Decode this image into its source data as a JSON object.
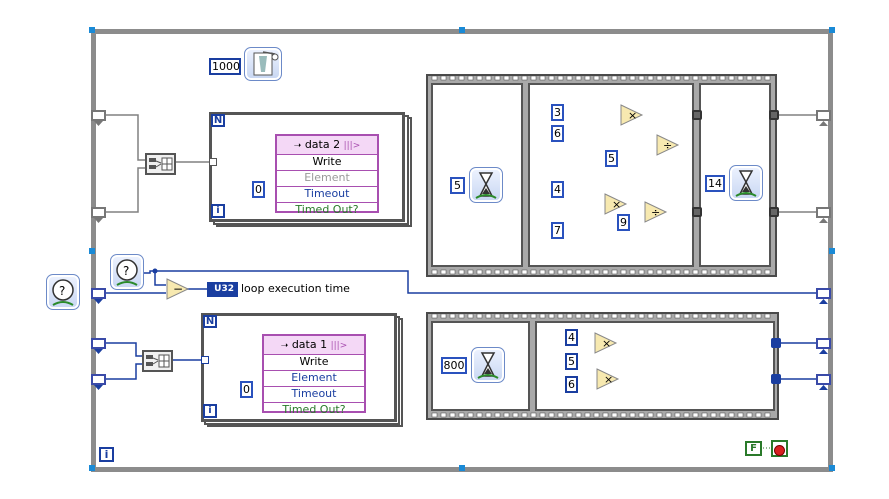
{
  "window": {
    "title": ""
  },
  "top_section": {
    "ms_constant": "1000",
    "queue_ops": {
      "name": "data 2",
      "mode": "Write",
      "input": "Element",
      "timeout": "Timeout",
      "output": "Timed Out?"
    },
    "timeout_constant": "0",
    "seq_frame1_wait": "5",
    "math_inputs": {
      "a": "3",
      "b": "6",
      "c": "5",
      "d": "4",
      "e": "7",
      "f": "9"
    },
    "seq_frame3_wait": "14"
  },
  "middle": {
    "indicator_type": "U32",
    "indicator_label": "loop execution time"
  },
  "bottom_section": {
    "queue_ops": {
      "name": "data 1",
      "mode": "Write",
      "input": "Element",
      "timeout": "Timeout",
      "output": "Timed Out?"
    },
    "timeout_constant": "0",
    "seq_frame1_wait": "800",
    "math_inputs": {
      "a": "4",
      "b": "5",
      "c": "6"
    }
  },
  "loop": {
    "iteration_label": "i",
    "for_loop_N": "N",
    "stop_constant": "F"
  },
  "colors": {
    "loop_border": "#8a8a8a",
    "wire_blue": "#1a3ea0",
    "wire_gray": "#808080",
    "queue": "#a84fb0",
    "accent_orange": "#f7e9b0"
  }
}
